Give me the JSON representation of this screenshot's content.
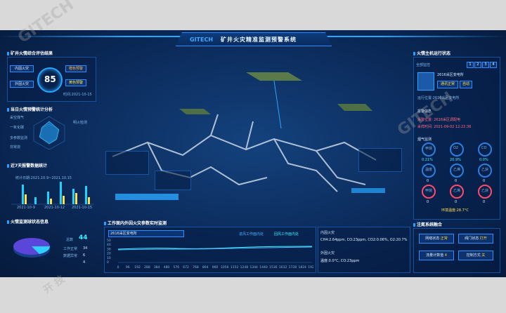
{
  "watermark": {
    "text": "GITECH",
    "sub": "开 技"
  },
  "header": {
    "logo": "GITECH",
    "title": "矿井火灾精准监测预警系统"
  },
  "left": {
    "panel1_title": "矿井火情综合评估结果",
    "inner_label": "内因火灾",
    "outer_label": "外因火灾",
    "score": "85",
    "status1": "橙色预警",
    "status2": "黄色预警",
    "time": "时间:2021-10-15",
    "panel2_title": "当日火情预警统计分析",
    "radar_labels": [
      "采空煤气",
      "一氧化碳",
      "多参数监测",
      "非常烧"
    ],
    "radar_right_label": "明火检测",
    "panel3_title": "近7天报警数据统计",
    "stat_period": "统计日期:2021.10.9~2021.10.15",
    "bar_dates": [
      "2021-10-9",
      "2021-10-12",
      "2021-10-15"
    ],
    "panel4_title": "火情监测球状态信息",
    "total_label": "总数",
    "total_value": "44",
    "legend": [
      {
        "label": "工作正常",
        "value": "34"
      },
      {
        "label": "数据异常",
        "value": "6"
      },
      {
        "label": "",
        "value": "4"
      }
    ]
  },
  "right": {
    "panel1_title": "火情主机运行状态",
    "all_label": "全部监控",
    "pages": [
      "1",
      "2",
      "3",
      "4"
    ],
    "location": "2616采区变电所",
    "comm_status": "通讯正常",
    "mode": "自动",
    "run_position": "运行位置:2616采区变电所",
    "alarm_section": "报警信息",
    "alarm1": "采警位置: 2616采区调配电",
    "alarm2": "采样时间: 2021-09-02 12:22:36",
    "sensor_title": "烟气监测",
    "sensors": [
      {
        "name": "甲烷",
        "value": "0.21%"
      },
      {
        "name": "O2",
        "value": "20.9%"
      },
      {
        "name": "CO",
        "value": "0.0%"
      },
      {
        "name": "温度",
        "value": "0"
      },
      {
        "name": "乙烯",
        "value": "0"
      },
      {
        "name": "乙炔",
        "value": "0"
      },
      {
        "name": "甲烷",
        "value": "0"
      },
      {
        "name": "乙烯",
        "value": "0"
      },
      {
        "name": "乙炔",
        "value": "0"
      }
    ],
    "env_temp": "环境温度:28.7°C",
    "panel2_title": "注氮系统融合",
    "controls": [
      {
        "label": "网络状态",
        "value": "正常"
      },
      {
        "label": "阀门状态",
        "value": "打开"
      },
      {
        "label": "流量计数值",
        "value": "4"
      },
      {
        "label": "控制方式",
        "value": "关"
      }
    ]
  },
  "bottom": {
    "chart_title": "工作面内外因火灾参数实时监测",
    "select_value": "2616采区变电所",
    "legend1": "进风工作面内处",
    "legend2": "回风工作面内处",
    "x_ticks": [
      "0",
      "96",
      "192",
      "288",
      "384",
      "480",
      "576",
      "672",
      "768",
      "864",
      "960",
      "1056",
      "1152",
      "1248",
      "1344",
      "1440",
      "1536",
      "1632",
      "1728",
      "1824",
      "1920"
    ],
    "y_ticks": [
      "50",
      "40",
      "30",
      "20",
      "10",
      "0"
    ],
    "inner_title": "内因火灾",
    "inner_values": "CH4:2.64ppm, CO:23ppm, CO2:0.06%, O2:20.7%",
    "outer_title": "外因火灾",
    "outer_values": "温度:0.0°C, CO:23ppm"
  },
  "colors": {
    "accent": "#21a0ff",
    "panel_border": "#2e8eff",
    "alarm": "#ff4a6a",
    "ok": "#38ff9c"
  }
}
